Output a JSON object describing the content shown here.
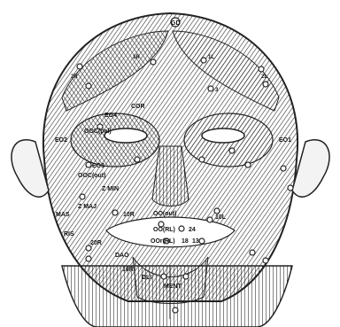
{
  "diagram": {
    "labels": {
      "gd": "GD",
      "one_r": "1R",
      "one_l": "1L",
      "two_r": "2R",
      "two_l": "2L",
      "three": "3",
      "cor": "COR",
      "eo4": "EO4",
      "eo2": "EO2",
      "eo3": "EO3",
      "eo1": "EO1",
      "ooc_pal": "OOC(pal)",
      "ooc_out": "OOC(out)",
      "z_min": "Z MIN",
      "z_maj": "Z MAJ",
      "mas": "MAS",
      "ris": "RIS",
      "oor_out": "OO(out)",
      "oo_rl": "OO(RL)",
      "oor_rl": "OOr(RL)",
      "dao": "DAO",
      "ten_r": "10R",
      "ten_l": "10L",
      "twenty_r": "20R",
      "eighteen": "18",
      "thirteen": "13",
      "twenty_four": "24",
      "sixteen_r": "16R",
      "dli": "DLI",
      "ment": "MENT"
    }
  }
}
